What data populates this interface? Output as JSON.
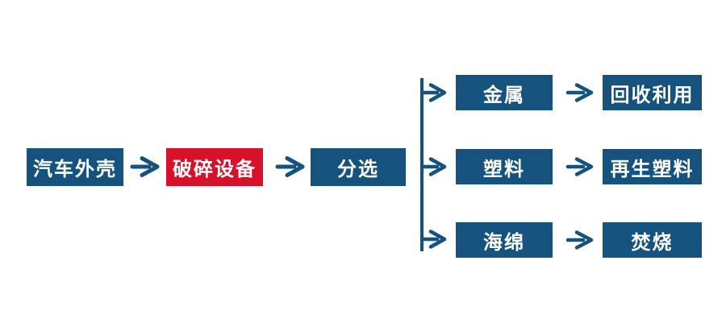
{
  "palette": {
    "blue": "#15537E",
    "red": "#D8112B",
    "text": "#FFFFFF",
    "bg": "#FFFFFF"
  },
  "flow": {
    "main_nodes": [
      {
        "label": "汽车外壳",
        "color": "blue"
      },
      {
        "label": "破碎设备",
        "color": "red"
      },
      {
        "label": "分选",
        "color": "blue"
      }
    ],
    "branches": [
      {
        "material": "金属",
        "outcome": "回收利用"
      },
      {
        "material": "塑料",
        "outcome": "再生塑料"
      },
      {
        "material": "海绵",
        "outcome": "焚烧"
      }
    ]
  },
  "icons": {
    "arrow": "right-arrow",
    "connector": "branch-line"
  }
}
